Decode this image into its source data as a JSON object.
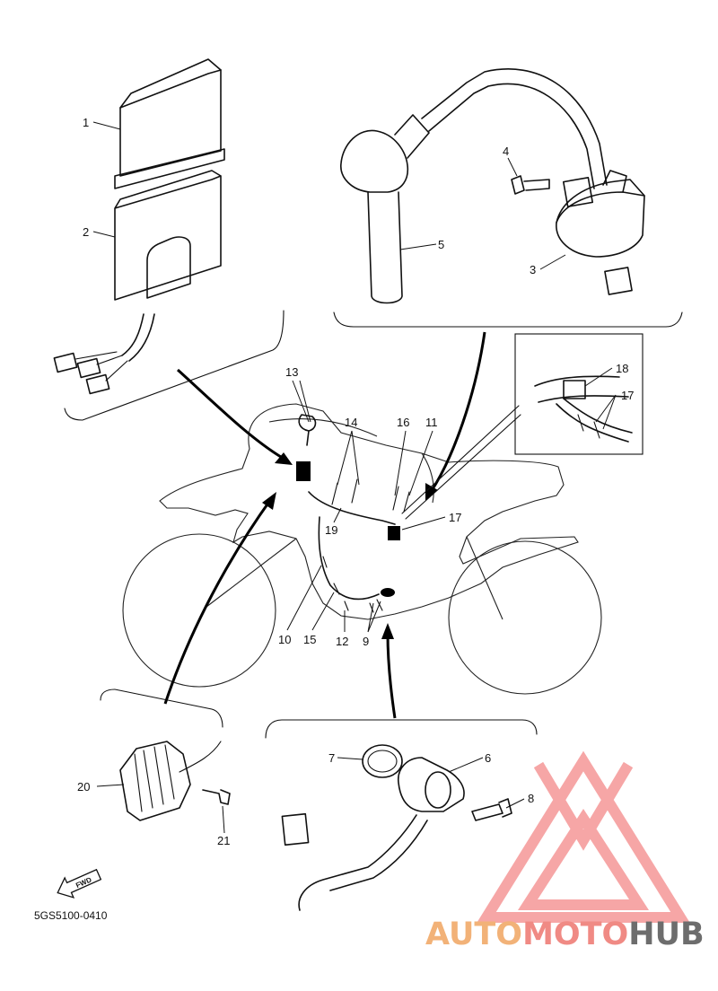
{
  "parts": {
    "p1": "1",
    "p2": "2",
    "p3": "3",
    "p4": "4",
    "p5": "5",
    "p6": "6",
    "p7": "7",
    "p8": "8",
    "p9": "9",
    "p10": "10",
    "p11": "11",
    "p12": "12",
    "p13": "13",
    "p14": "14",
    "p15": "15",
    "p16": "16",
    "p17a": "17",
    "p17b": "17",
    "p18": "18",
    "p19": "19",
    "p20": "20",
    "p21": "21"
  },
  "fwd_label": "FWD",
  "drawing_code": "5GS5100-0410",
  "watermark": {
    "part1": "AUTO",
    "part2": "MOTO",
    "part3": "HUB",
    "color_auto": "#f2b278",
    "color_moto": "#f08a84",
    "color_hub": "#6d6d6d",
    "logo_color": "#f06b6b"
  }
}
